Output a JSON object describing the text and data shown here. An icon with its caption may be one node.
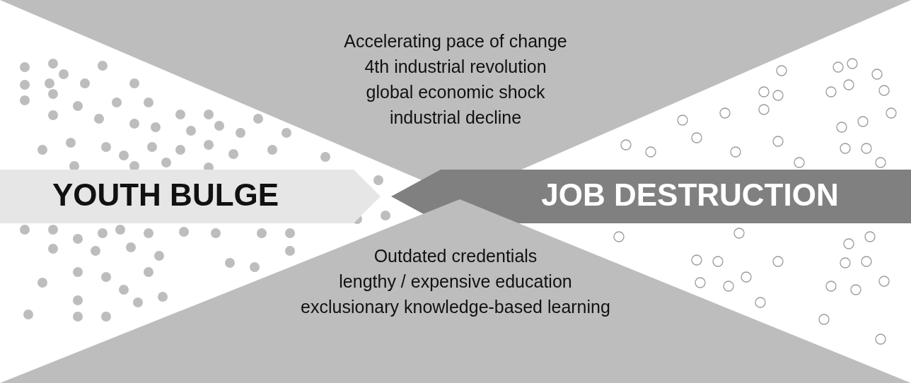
{
  "diagram": {
    "nodes": [
      {
        "text": [
          "Accelerating pace of change",
          "4th industrial revolution",
          "global economic shock",
          "industrial decline"
        ]
      },
      {
        "text": [
          "YOUTH BULGE"
        ]
      },
      {
        "text": [
          "JOB DESTRUCTION"
        ]
      },
      {
        "text": [
          "Outdated credentials",
          "lengthy / expensive education",
          "exclusionary knowledge-based learning"
        ]
      }
    ]
  }
}
